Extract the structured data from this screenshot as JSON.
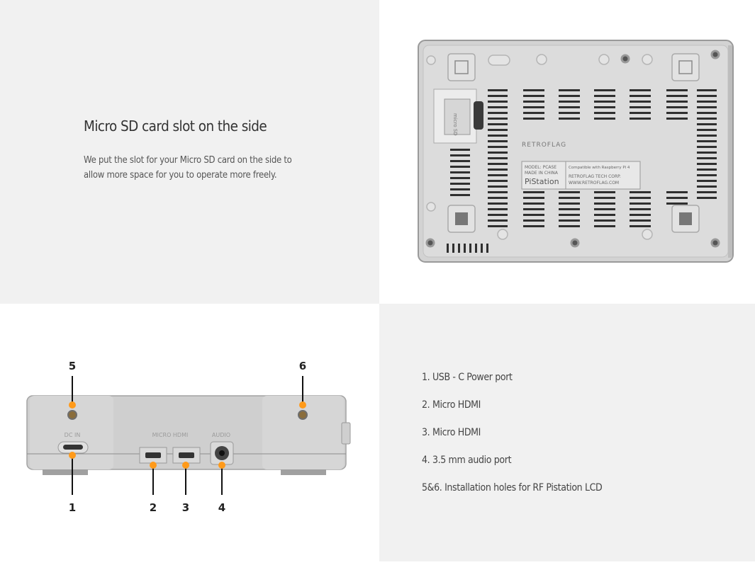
{
  "feature": {
    "title": "Micro SD card slot on the side",
    "description": "We put the slot for your Micro SD card on the side to allow more space for you to operate more freely."
  },
  "case_bottom": {
    "logo": "RETROFLAG",
    "label_left": [
      "MODEL: PCASE",
      "MADE IN CHINA",
      "PiStation"
    ],
    "label_right": [
      "Compatible with Raspberry Pi 4",
      "RETROFLAG TECH CORP.",
      "WWW.RETROFLAG.COM"
    ],
    "sd_text": "micro SD"
  },
  "case_back": {
    "port_labels": {
      "dc_in": "DC IN",
      "micro_hdmi": "MICRO HDMI",
      "audio": "AUDIO"
    },
    "callouts": [
      "1",
      "2",
      "3",
      "4",
      "5",
      "6"
    ],
    "callout_color": "#ff9a1a"
  },
  "ports": [
    "1. USB - C Power port",
    "2. Micro HDMI",
    "3. Micro HDMI",
    "4. 3.5 mm audio port",
    "5&6. Installation holes for RF Pistation LCD"
  ]
}
